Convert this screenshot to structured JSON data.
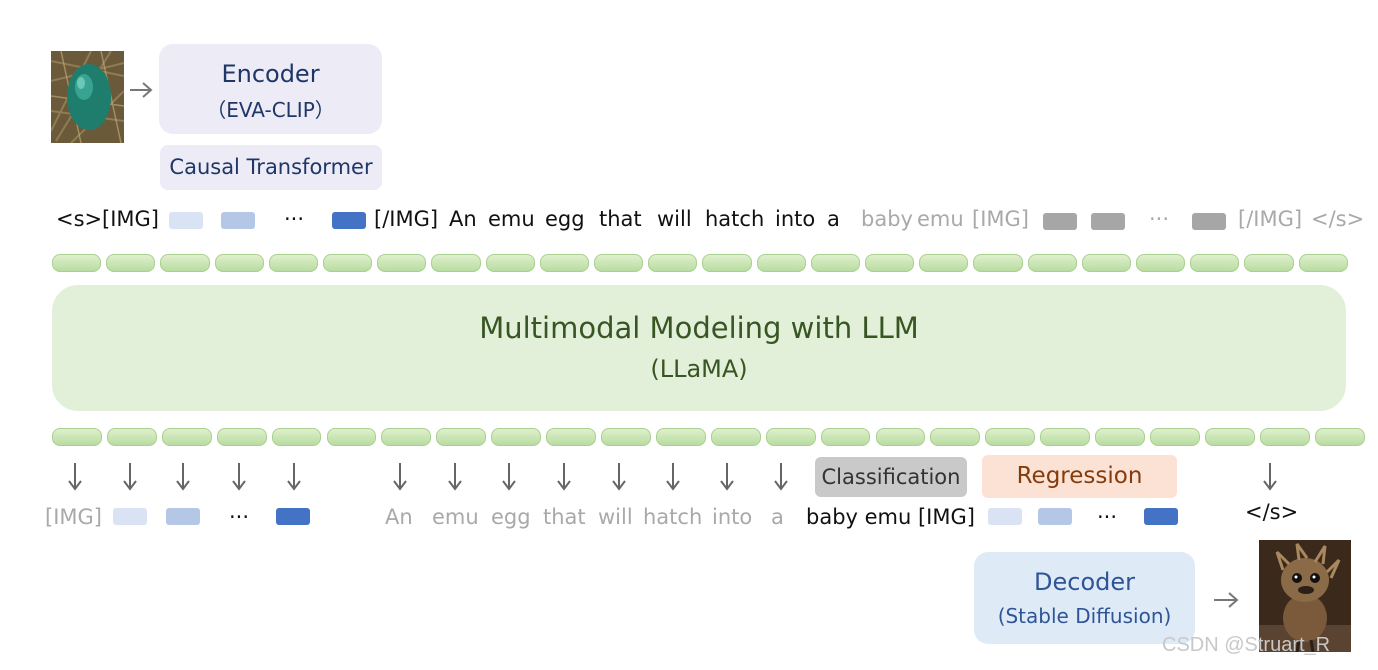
{
  "encoder": {
    "title": "Encoder",
    "subtitle": "（EVA-CLIP）"
  },
  "causal_transformer": {
    "label": "Causal Transformer"
  },
  "input_sequence": {
    "s_open": "<s>",
    "img_open": "[IMG]",
    "ellipsis_1": "···",
    "img_close": "[/IMG]",
    "words": [
      "An",
      "emu",
      "egg",
      "that",
      "will",
      "hatch",
      "into",
      "a"
    ],
    "future_words": [
      "baby",
      "emu"
    ],
    "future_img_open": "[IMG]",
    "ellipsis_2": "···",
    "future_img_close": "[/IMG]",
    "s_close": "</s>"
  },
  "llm": {
    "title": "Multimodal Modeling with LLM",
    "subtitle": "(LLaMA)"
  },
  "heads": {
    "classification": "Classification",
    "regression": "Regression"
  },
  "output_sequence": {
    "img_open": "[IMG]",
    "ellipsis_1": "···",
    "words": [
      "An",
      "emu",
      "egg",
      "that",
      "will",
      "hatch",
      "into",
      "a"
    ],
    "predicted_text": "baby emu [IMG]",
    "ellipsis_2": "···",
    "s_close": "</s>"
  },
  "decoder": {
    "title": "Decoder",
    "subtitle": "(Stable Diffusion)"
  },
  "watermark": "CSDN @Struart_R",
  "colors": {
    "visual_token_light": "#dae3f3",
    "visual_token_mid": "#b4c7e7",
    "visual_token_dark": "#4472c4",
    "future_token_gray": "#a6a6a6",
    "llm_green": "#e2efd9",
    "encoder_lavender": "#ecebf6",
    "decoder_blue": "#deebf7",
    "regression_peach": "#fbe2d5",
    "classification_gray": "#c9c9c9"
  }
}
